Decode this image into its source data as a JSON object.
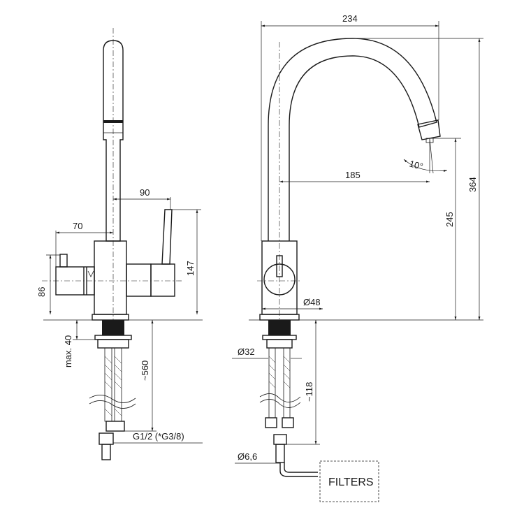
{
  "side_view": {
    "dim_spout_reach": "90",
    "dim_inlet_offset": "70",
    "dim_body_height": "86",
    "dim_lever_height": "147",
    "dim_max_deck": "max. 40",
    "dim_hose_length": "~560",
    "dim_thread": "G1/2 (*G3/8)"
  },
  "front_view": {
    "dim_total_reach": "234",
    "dim_spout_angle": "10°",
    "dim_outlet_reach": "185",
    "dim_outlet_height": "245",
    "dim_total_height": "364",
    "dim_body_diameter": "Ø48",
    "dim_hole_diameter": "Ø32",
    "dim_filter_hose": "~118",
    "dim_filter_pipe": "Ø6,6",
    "filter_box_label": "FILTERS"
  }
}
